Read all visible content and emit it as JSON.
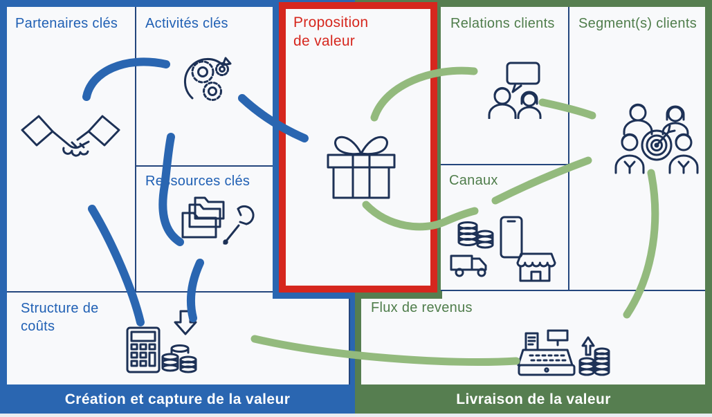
{
  "diagram": {
    "type": "business-model-canvas",
    "panels": {
      "partenaires": "Partenaires clés",
      "activites": "Activités clés",
      "ressources": "Ressources clés",
      "proposition": "Proposition de valeur",
      "relations": "Relations clients",
      "segments": "Segment(s) clients",
      "canaux": "Canaux",
      "structure": "Structure de coûts",
      "flux": "Flux de revenus"
    },
    "footers": {
      "left": "Création et capture de la valeur",
      "right": "Livraison de la valeur"
    },
    "colors": {
      "blue_frame": "#2A66B1",
      "green_frame": "#567E50",
      "red_frame": "#D6271E",
      "blue_text": "#2060B4",
      "green_text": "#4F7D4B",
      "red_text": "#D6271E",
      "green_arrow": "#93BA7D",
      "icon_navy": "#1D3156",
      "panel_bg": "#F8F9FB"
    },
    "icons": [
      "handshake-icon",
      "gears-icon",
      "folders-wrench-icon",
      "gift-icon",
      "chat-people-icon",
      "group-target-icon",
      "coins-icon",
      "smartphone-icon",
      "truck-icon",
      "store-icon",
      "calculator-icon",
      "coin-stack-icon",
      "down-arrow-icon",
      "cash-register-icon",
      "up-arrow-icon"
    ],
    "flows": [
      {
        "from": "partenaires",
        "to": "activites",
        "color": "blue"
      },
      {
        "from": "activites",
        "to": "proposition",
        "color": "blue"
      },
      {
        "from": "ressources",
        "to": "activites",
        "color": "blue"
      },
      {
        "from": "structure",
        "to": "partenaires",
        "color": "blue"
      },
      {
        "from": "structure",
        "to": "ressources",
        "color": "blue"
      },
      {
        "from": "proposition",
        "to": "relations",
        "color": "green"
      },
      {
        "from": "relations",
        "to": "segments",
        "color": "green"
      },
      {
        "from": "proposition",
        "to": "canaux",
        "color": "green"
      },
      {
        "from": "canaux",
        "to": "segments",
        "color": "green"
      },
      {
        "from": "segments",
        "to": "flux",
        "color": "green"
      },
      {
        "from": "flux",
        "to": "structure",
        "color": "green"
      }
    ]
  }
}
